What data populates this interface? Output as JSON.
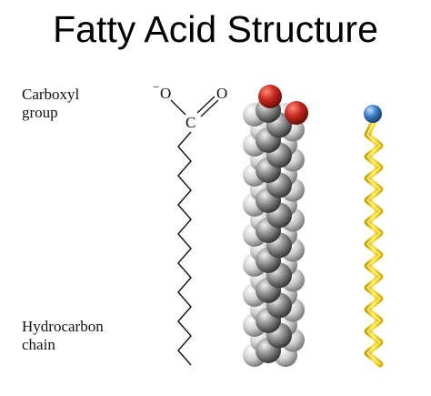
{
  "title": "Fatty Acid Structure",
  "labels": {
    "carboxyl_line1": "Carboxyl",
    "carboxyl_line2": "group",
    "hydrocarbon_line1": "Hydrocarbon",
    "hydrocarbon_line2": "chain"
  },
  "formula": {
    "charge": "−",
    "oxygen_left": "O",
    "oxygen_right": "O",
    "carbon": "C"
  },
  "colors": {
    "carbon_sphere": "#8a8a8a",
    "oxygen_sphere": "#c62a20",
    "head_bead": "#3d7fc4",
    "chain_ribbon": "#f5d21c"
  }
}
